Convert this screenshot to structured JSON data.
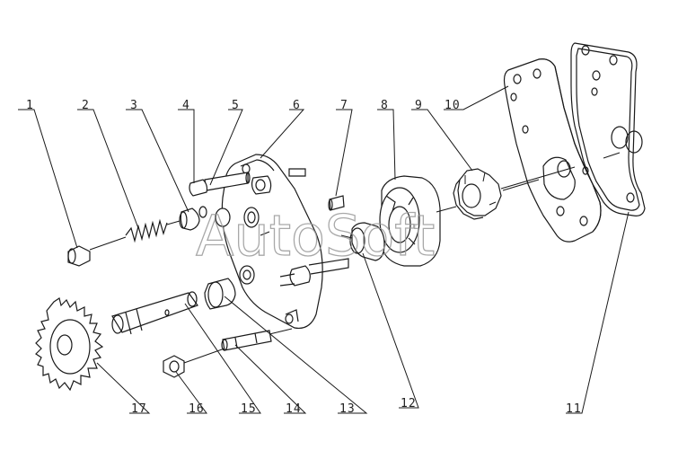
{
  "watermark": "AutoSoft",
  "callouts": [
    {
      "id": "1",
      "label": "1"
    },
    {
      "id": "2",
      "label": "2"
    },
    {
      "id": "3",
      "label": "3"
    },
    {
      "id": "4",
      "label": "4"
    },
    {
      "id": "5",
      "label": "5"
    },
    {
      "id": "6",
      "label": "6"
    },
    {
      "id": "7",
      "label": "7"
    },
    {
      "id": "8",
      "label": "8"
    },
    {
      "id": "9",
      "label": "9"
    },
    {
      "id": "10",
      "label": "10"
    },
    {
      "id": "11",
      "label": "11"
    },
    {
      "id": "12",
      "label": "12"
    },
    {
      "id": "13",
      "label": "13"
    },
    {
      "id": "14",
      "label": "14"
    },
    {
      "id": "15",
      "label": "15"
    },
    {
      "id": "16",
      "label": "16"
    },
    {
      "id": "17",
      "label": "17"
    }
  ]
}
